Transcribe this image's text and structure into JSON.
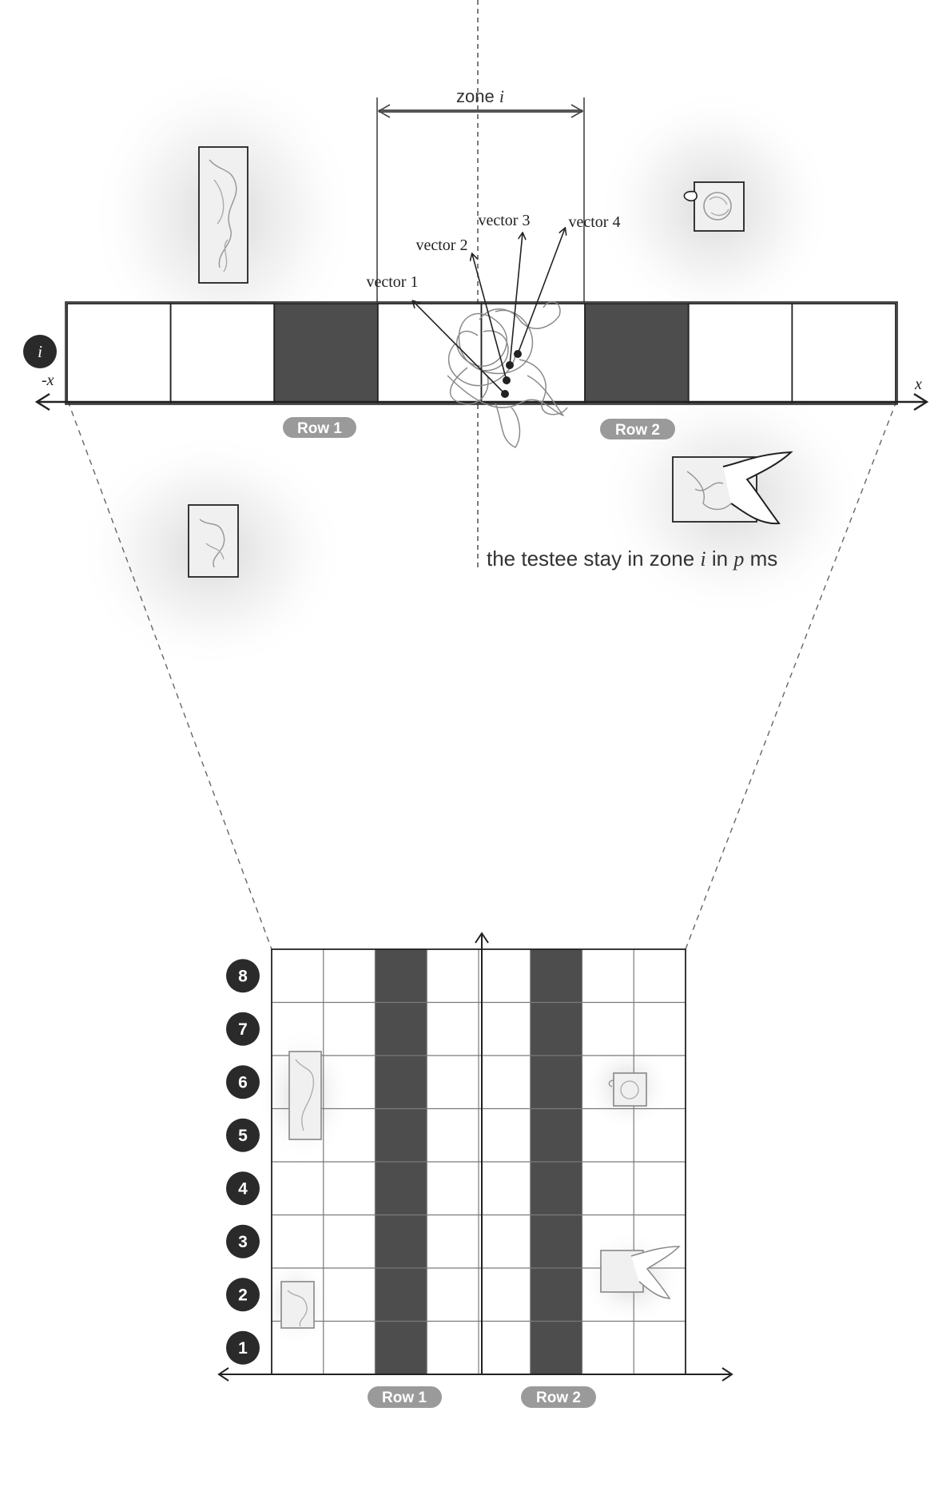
{
  "zone_label": {
    "prefix": "zone",
    "var": "i"
  },
  "vectors": [
    "vector 1",
    "vector 2",
    "vector 3",
    "vector 4"
  ],
  "row_badge": "i",
  "axis": {
    "neg": "-x",
    "pos": "x"
  },
  "row_labels": [
    "Row 1",
    "Row 2"
  ],
  "testee_caption": {
    "t1": "the testee stay in zone",
    "v1": "i",
    "t2": "in",
    "v2": "p",
    "t3": "ms"
  },
  "grid_rows": [
    "1",
    "2",
    "3",
    "4",
    "5",
    "6",
    "7",
    "8"
  ],
  "strip": {
    "cells": 8,
    "dark_cells": [
      3,
      6
    ]
  },
  "grid": {
    "columns": 8,
    "rows": 8,
    "dark_columns": [
      3,
      6
    ]
  },
  "colors": {
    "dark_cell": "#4d4d4d",
    "badge": "#2a2a2a",
    "pill": "#9a9a9a",
    "line": "#222222",
    "grid_line": "#7a7a7a"
  },
  "objects": [
    "tall-specimen",
    "small-specimen-right",
    "small-specimen-left",
    "winged-specimen"
  ]
}
